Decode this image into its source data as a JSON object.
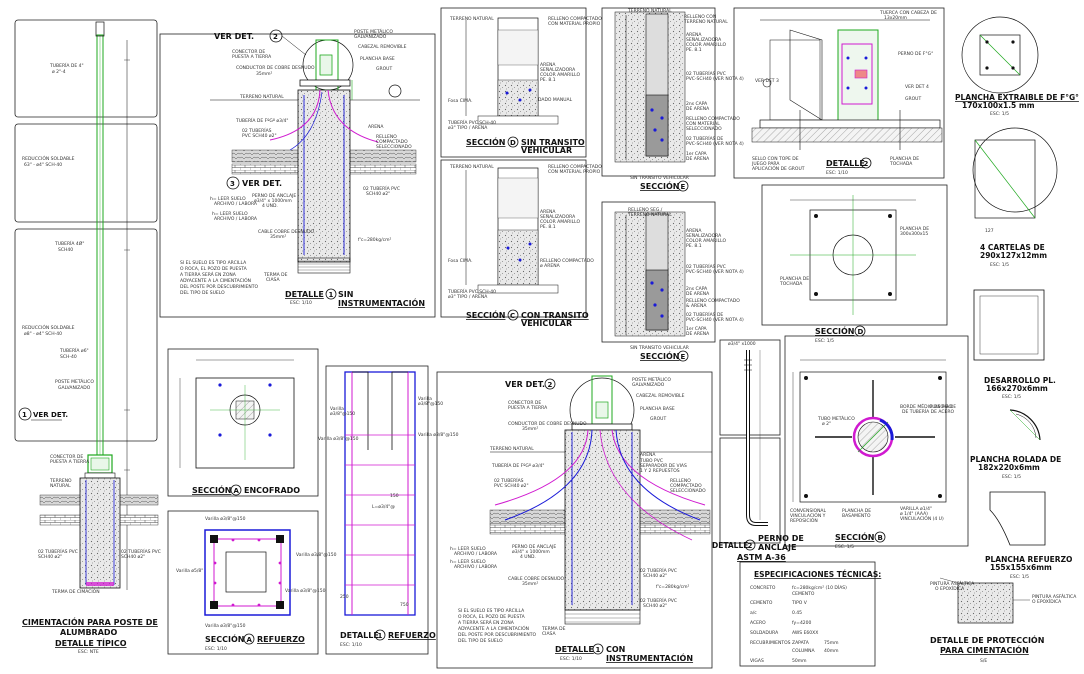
{
  "colors": {
    "frame": "#222222",
    "green": "#1fa81f",
    "magenta": "#d01ad0",
    "blue": "#1a1ad8",
    "gray": "#8a8a8a",
    "concrete": "#cfcfcf"
  },
  "post_detail": {
    "title_1": "CIMENTACIÓN PARA POSTE DE",
    "title_2": "ALUMBRADO",
    "subtitle": "DETALLE TÍPICO",
    "ver_det": "VER DET."
  },
  "detalle1_sin": {
    "ver_det": "VER DET.",
    "ver_det_num": "2",
    "ver_det_bottom": "VER DET.",
    "ver_det_bottom_num": "3",
    "title_a": "DETALLE",
    "num": "1",
    "title_b": "SIN",
    "title_c": "INSTRUMENTACIÓN"
  },
  "sec_d_sin": {
    "title": "SECCIÓN",
    "num": "D",
    "rest": "SIN TRANSITO",
    "rest2": "VEHICULAR"
  },
  "sec_c_con": {
    "title": "SECCIÓN",
    "num": "C",
    "rest": "CON TRANSITO",
    "rest2": "VEHICULAR"
  },
  "sec_e_1": {
    "top": "SIN TRANSITO VEHICULAR",
    "title": "SECCIÓN",
    "num": "E"
  },
  "sec_e_2": {
    "top": "SIN TRANSITO VEHICULAR",
    "title": "SECCIÓN",
    "num": "E"
  },
  "detalle2": {
    "title": "DETALLE",
    "num": "2"
  },
  "plancha_extraible": {
    "title": "PLANCHA EXTRAIBLE DE F°G°",
    "dims": "170x100x1.5 mm"
  },
  "cartelas": {
    "title": "4 CARTELAS DE",
    "dims": "290x127x12mm"
  },
  "seccion_d": {
    "title": "SECCIÓN",
    "num": "D"
  },
  "desarrollo": {
    "title": "DESARROLLO PL.",
    "dims": "166x270x6mm"
  },
  "plancha_rolada": {
    "title": "PLANCHA ROLADA DE",
    "dims": "182x220x6mm"
  },
  "plancha_refuerzo": {
    "title": "PLANCHA REFUERZO",
    "dims": "155x155x6mm"
  },
  "proteccion": {
    "title_1": "DETALLE DE PROTECCIÓN",
    "title_2": "PARA CIMENTACIÓN"
  },
  "seccion_a_enc": {
    "title": "SECCIÓN",
    "num": "A",
    "rest": "ENCOFRADO"
  },
  "seccion_a_ref": {
    "title": "SECCIÓN",
    "num": "A",
    "rest": "REFUERZO"
  },
  "detalle1_ref": {
    "title": "DETALLE",
    "num": "1",
    "rest": "REFUERZO"
  },
  "detalle1_con": {
    "ver_det": "VER DET.",
    "ver_det_num": "2",
    "title": "DETALLE",
    "num": "1",
    "rest": "CON",
    "rest2": "INSTRUMENTACIÓN"
  },
  "perno": {
    "title_1": "PERNO DE",
    "title_2": "ANCLAJE",
    "title_3": "ASTM A-36",
    "num": "2",
    "label": "DETALLE"
  },
  "seccion_b": {
    "title": "SECCIÓN",
    "num": "B"
  },
  "especificaciones": {
    "title": "ESPECIFICACIONES TÉCNICAS:"
  }
}
